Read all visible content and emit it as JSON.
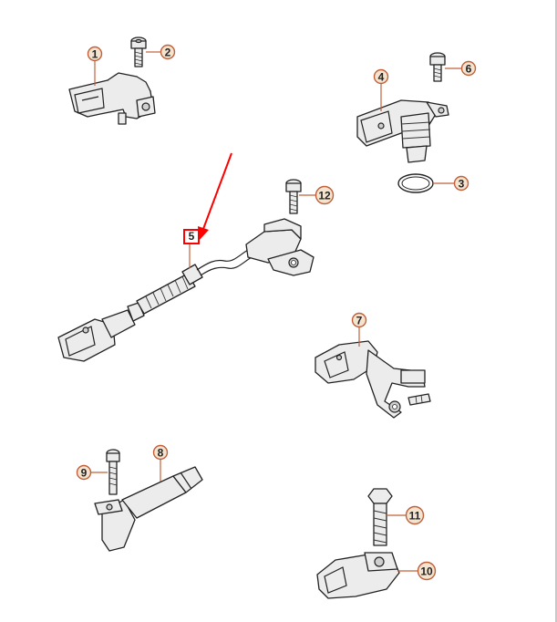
{
  "callouts": {
    "c1": "1",
    "c2": "2",
    "c3": "3",
    "c4": "4",
    "c5": "5",
    "c6": "6",
    "c7": "7",
    "c8": "8",
    "c9": "9",
    "c10": "10",
    "c11": "11",
    "c12": "12"
  },
  "annotation": {
    "arrow_color": "#ff0000",
    "highlighted_callout": "5"
  },
  "colors": {
    "callout_fill": "#f4e4cf",
    "callout_stroke": "#c0603a",
    "part_fill": "#ececec"
  }
}
